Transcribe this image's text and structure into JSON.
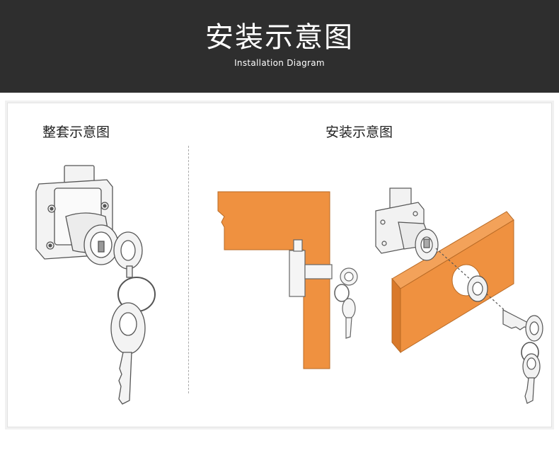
{
  "header": {
    "title": "安装示意图",
    "subtitle": "Installation Diagram"
  },
  "panel": {
    "left_label": "整套示意图",
    "right_label": "安装示意图"
  },
  "colors": {
    "header_bg": "#2e2e2e",
    "wood": "#ef9140",
    "line": "#555555"
  },
  "icons": [
    "lock-with-keys-icon",
    "cabinet-cross-section-icon",
    "lock-installation-icon",
    "key-icon"
  ]
}
